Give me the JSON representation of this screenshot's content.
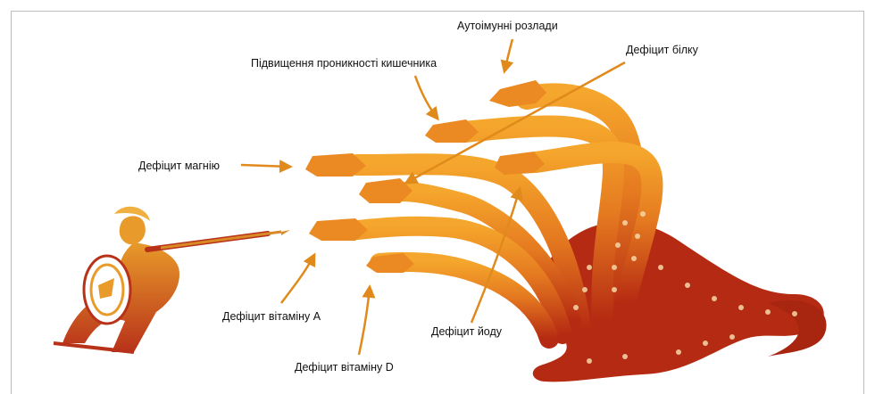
{
  "labels": {
    "autoimmune": "Аутоімунні розлади",
    "protein": "Дефіцит білку",
    "permeability": "Підвищення проникності кишечника",
    "magnesium": "Дефіцит магнію",
    "vitamin_a": "Дефіцит вітаміну А",
    "iodine": "Дефіцит йоду",
    "vitamin_d": "Дефіцит вітаміну D"
  },
  "colors": {
    "arrow": "#e08a1c",
    "hydra_light": "#f0a02a",
    "hydra_dark": "#b72d14",
    "hero_red": "#b8321a",
    "hero_gold": "#e89a2a"
  },
  "icons": [
    "hydra-illustration",
    "warrior-illustration",
    "spear-icon",
    "shield-icon"
  ]
}
